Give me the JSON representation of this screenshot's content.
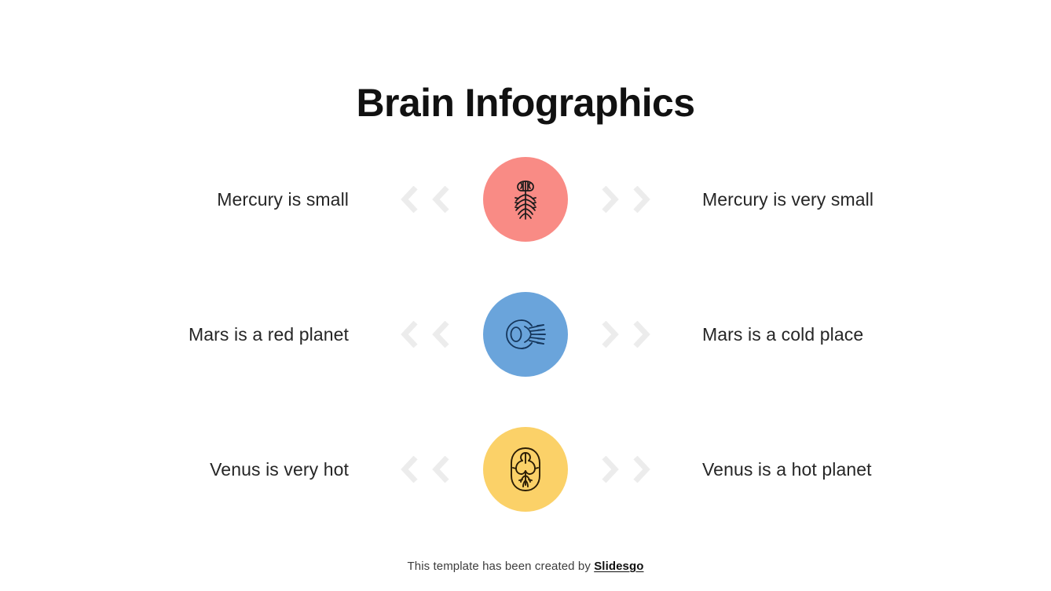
{
  "slide": {
    "title": "Brain Infographics",
    "background_color": "#FFFFFF"
  },
  "rows": [
    {
      "left_label": "Mercury is small",
      "right_label": "Mercury is very small",
      "circle_color": "#F98B85",
      "icon_name": "nervous-system-icon",
      "left_chevron_icon": "chevron-left-icon",
      "right_chevron_icon": "chevron-right-icon"
    },
    {
      "left_label": "Mars is a red planet",
      "right_label": "Mars is a cold place",
      "circle_color": "#6AA4DB",
      "icon_name": "eye-optic-nerve-icon",
      "left_chevron_icon": "chevron-left-icon",
      "right_chevron_icon": "chevron-right-icon"
    },
    {
      "left_label": "Venus is very hot",
      "right_label": "Venus is a hot planet",
      "circle_color": "#FBD168",
      "icon_name": "brain-top-view-icon",
      "left_chevron_icon": "chevron-left-icon",
      "right_chevron_icon": "chevron-right-icon"
    }
  ],
  "footer": {
    "text": "This template has been created by",
    "credit": "Slidesgo"
  },
  "colors": {
    "chevron": "#ECECEC",
    "icon_stroke": "#1A1A1A",
    "title": "#111111",
    "label": "#262626"
  }
}
